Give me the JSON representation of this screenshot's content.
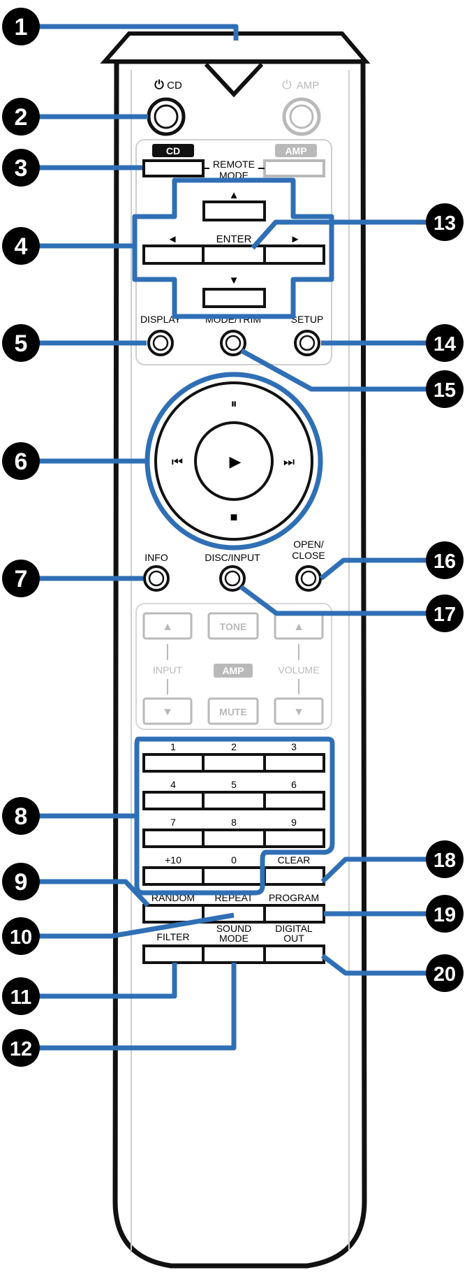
{
  "colors": {
    "callout_blue": "#2f6fb5",
    "callout_badge": "#000000",
    "outline": "#111111",
    "inactive": "#b9b9b9",
    "remote_body": "#ffffff"
  },
  "top": {
    "cd_power_label": "CD",
    "amp_power_label": "AMP"
  },
  "remote_mode": {
    "cd_tag": "CD",
    "amp_tag": "AMP",
    "label_line1": "REMOTE",
    "label_line2": "MODE"
  },
  "cursor": {
    "enter_label": "ENTER",
    "up_glyph": "▲",
    "down_glyph": "▼",
    "left_glyph": "◄",
    "right_glyph": "►"
  },
  "row_a": {
    "display_label": "DISPLAY",
    "mode_trim_label": "MODE/TRIM",
    "setup_label": "SETUP"
  },
  "transport": {
    "pause_glyph": "⏸",
    "prev_glyph": "⏮",
    "play_glyph": "▶",
    "next_glyph": "⏭",
    "stop_glyph": "■"
  },
  "row_b": {
    "info_label": "INFO",
    "disc_input_label": "DISC/INPUT",
    "open_close_line1": "OPEN/",
    "open_close_line2": "CLOSE"
  },
  "amp_section": {
    "tone_label": "TONE",
    "input_label": "INPUT",
    "amp_tag": "AMP",
    "volume_label": "VOLUME",
    "mute_label": "MUTE",
    "up_glyph": "▲",
    "down_glyph": "▼"
  },
  "keypad": {
    "row1": [
      "1",
      "2",
      "3"
    ],
    "row2": [
      "4",
      "5",
      "6"
    ],
    "row3": [
      "7",
      "8",
      "9"
    ],
    "row4": [
      "+10",
      "0",
      "CLEAR"
    ]
  },
  "function_keys": {
    "random_label": "RANDOM",
    "repeat_label": "REPEAT",
    "program_label": "PROGRAM",
    "filter_label": "FILTER",
    "sound_mode_line1": "SOUND",
    "sound_mode_line2": "MODE",
    "digital_out_line1": "DIGITAL",
    "digital_out_line2": "OUT"
  },
  "callouts": [
    "1",
    "2",
    "3",
    "4",
    "5",
    "6",
    "7",
    "8",
    "9",
    "10",
    "11",
    "12",
    "13",
    "14",
    "15",
    "16",
    "17",
    "18",
    "19",
    "20"
  ]
}
